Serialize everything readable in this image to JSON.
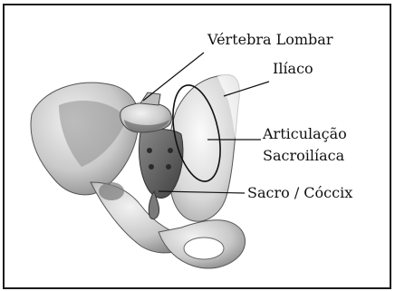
{
  "labels": {
    "lumbar_vertebra": "Vértebra Lombar",
    "ilium": "Ilíaco",
    "sacroiliac_line1": "Articulação",
    "sacroiliac_line2": "Sacroilíaca",
    "sacrum_coccyx": "Sacro / Cóccix"
  },
  "colors": {
    "bone_light": "#e4e4e4",
    "bone_mid": "#b9b9b9",
    "bone_dark": "#6e6e6e",
    "ink": "#111111"
  }
}
